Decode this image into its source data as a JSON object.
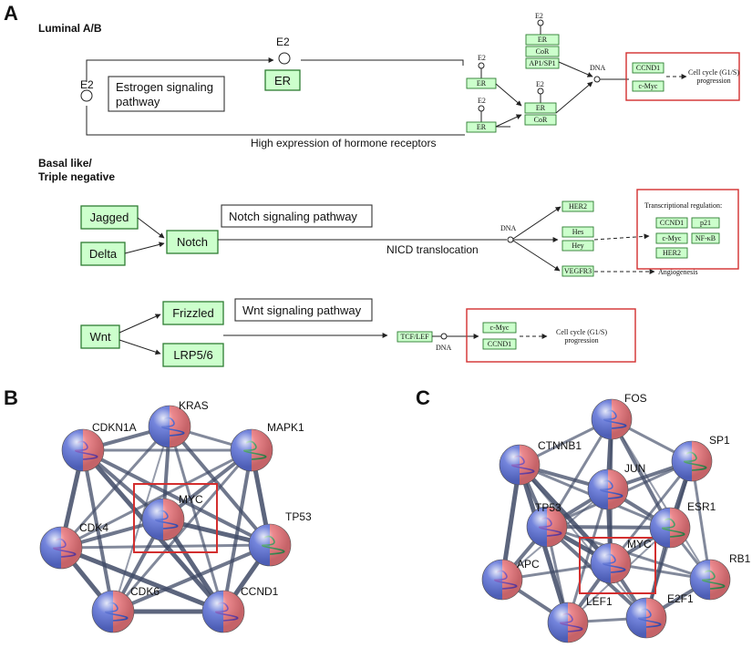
{
  "panels": {
    "a": "A",
    "b": "B",
    "c": "C"
  },
  "sections": {
    "luminal": "Luminal A/B",
    "basal_line1": "Basal like/",
    "basal_line2": "Triple negative"
  },
  "luminal": {
    "e2_left": "E2",
    "e2_top": "E2",
    "er_main": "ER",
    "pathway_label_line1": "Estrogen signaling",
    "pathway_label_line2": "pathway",
    "hormone_label": "High expression of hormone receptors",
    "e2_small": "E2",
    "er": "ER",
    "cor": "CoR",
    "ap1sp1": "AP1/SP1",
    "dna": "DNA",
    "ccnd1": "CCND1",
    "cmyc": "c-Myc",
    "outcome_line1": "Cell cycle (G1/S)",
    "outcome_line2": "progression"
  },
  "notch": {
    "jagged": "Jagged",
    "delta": "Delta",
    "notch": "Notch",
    "pathway_label": "Notch signaling pathway",
    "translocation": "NICD translocation",
    "dna": "DNA",
    "her2": "HER2",
    "hes": "Hes",
    "hey": "Hey",
    "vegfr3": "VEGFR3",
    "reg_title": "Transcriptional regulation:",
    "reg_ccnd1": "CCND1",
    "reg_p21": "p21",
    "reg_cmyc": "c-Myc",
    "reg_nfkb": "NF-κB",
    "reg_her2": "HER2",
    "angiogenesis": "Angiogenesis"
  },
  "wnt": {
    "wnt": "Wnt",
    "frizzled": "Frizzled",
    "lrp": "LRP5/6",
    "pathway_label": "Wnt signaling pathway",
    "tcflef": "TCF/LEF",
    "dna": "DNA",
    "cmyc": "c-Myc",
    "ccnd1": "CCND1",
    "outcome_line1": "Cell cycle (G1/S)",
    "outcome_line2": "progression"
  },
  "network_b": {
    "nodes": [
      {
        "id": "kras",
        "label": "KRAS"
      },
      {
        "id": "cdkn1a",
        "label": "CDKN1A"
      },
      {
        "id": "mapk1",
        "label": "MAPK1"
      },
      {
        "id": "myc",
        "label": "MYC"
      },
      {
        "id": "cdk4",
        "label": "CDK4"
      },
      {
        "id": "tp53",
        "label": "TP53"
      },
      {
        "id": "cdk6",
        "label": "CDK6"
      },
      {
        "id": "ccnd1",
        "label": "CCND1"
      }
    ]
  },
  "network_c": {
    "nodes": [
      {
        "id": "fos",
        "label": "FOS"
      },
      {
        "id": "ctnnb1",
        "label": "CTNNB1"
      },
      {
        "id": "sp1",
        "label": "SP1"
      },
      {
        "id": "jun",
        "label": "JUN"
      },
      {
        "id": "tp53",
        "label": "TP53"
      },
      {
        "id": "esr1",
        "label": "ESR1"
      },
      {
        "id": "myc",
        "label": "MYC"
      },
      {
        "id": "apc",
        "label": "APC"
      },
      {
        "id": "rb1",
        "label": "RB1"
      },
      {
        "id": "e2f1",
        "label": "E2F1"
      },
      {
        "id": "lef1",
        "label": "LEF1"
      }
    ]
  },
  "colors": {
    "node_red": "#e8747a",
    "node_blue": "#5b6fd6",
    "edge": "#3f4a66",
    "highlight": "#d32f2f",
    "gene_fill": "#ccffcc"
  }
}
